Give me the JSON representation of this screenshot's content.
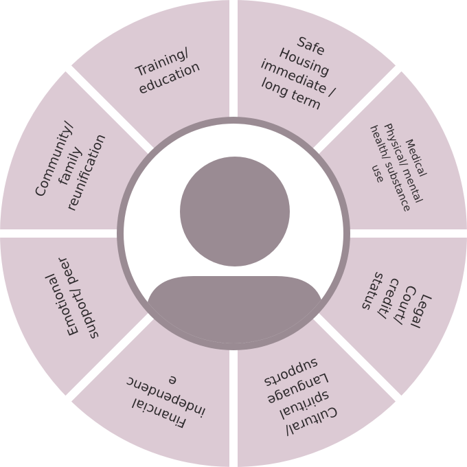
{
  "colors": {
    "segment_fill": "#dccad4",
    "gap": "#ffffff",
    "inner_ring": "#9a8b93",
    "avatar": "#9a8b93",
    "text": "#2d2a2c"
  },
  "center": {
    "icon": "person-avatar-icon"
  },
  "segments": [
    {
      "id": "safe-housing",
      "lines": [
        "Safe",
        "Housing",
        "immediate /",
        "long term"
      ]
    },
    {
      "id": "medical",
      "lines": [
        "Medical",
        "Physical/ mental",
        "health/ substance",
        "use"
      ]
    },
    {
      "id": "legal",
      "lines": [
        "Legal",
        "Court/",
        "credit/",
        "status"
      ]
    },
    {
      "id": "cultural",
      "lines": [
        "Cultural/",
        "spiritual",
        "Language",
        "supports"
      ]
    },
    {
      "id": "financial",
      "lines": [
        "Financial",
        "independenc",
        "e"
      ]
    },
    {
      "id": "emotional",
      "lines": [
        "Emotional",
        "support/ peer"
      ]
    },
    {
      "id": "community",
      "lines": [
        "Community/",
        "family",
        "reunification"
      ]
    },
    {
      "id": "training",
      "lines": [
        "Training/",
        "education"
      ]
    }
  ]
}
